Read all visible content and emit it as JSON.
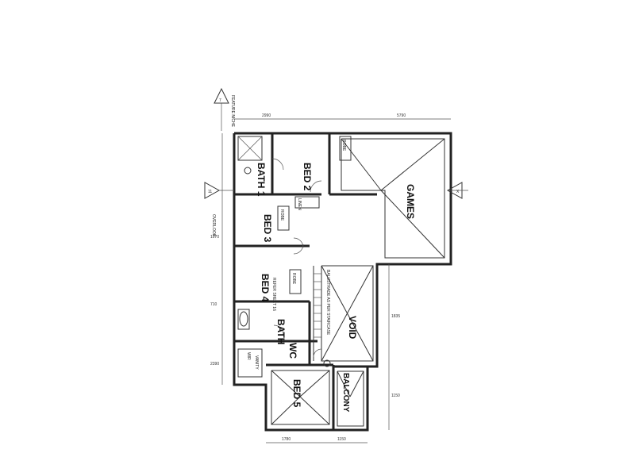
{
  "rooms": {
    "bed2": "BED 2",
    "bath1": "BATH 1",
    "bed3": "BED 3",
    "games": "GAMES",
    "bed4": "BED 4",
    "bath": "BATH",
    "void": "VOID",
    "wc": "WC",
    "bed5": "BED 5",
    "balcony": "BALCONY",
    "linen": "LINEN",
    "robe": "ROBE",
    "wir": "WIR"
  },
  "section_markers": {
    "top": "7",
    "left": "11",
    "right": "X"
  },
  "notes": {
    "feature_niche": "FEATURE NICHE",
    "refer_sheet": "REFER SHEET 16",
    "overlook": "OVERLOOK",
    "balustrade": "BALUSTRADE AS PER STAIRCASE",
    "vanity": "VANITY"
  },
  "dimensions": {
    "top": [
      "2990",
      "5790"
    ],
    "left": [
      "1970",
      "710",
      "2390"
    ],
    "bottom": [
      "1780",
      "1150"
    ],
    "right": [
      "1835",
      "1150"
    ]
  }
}
